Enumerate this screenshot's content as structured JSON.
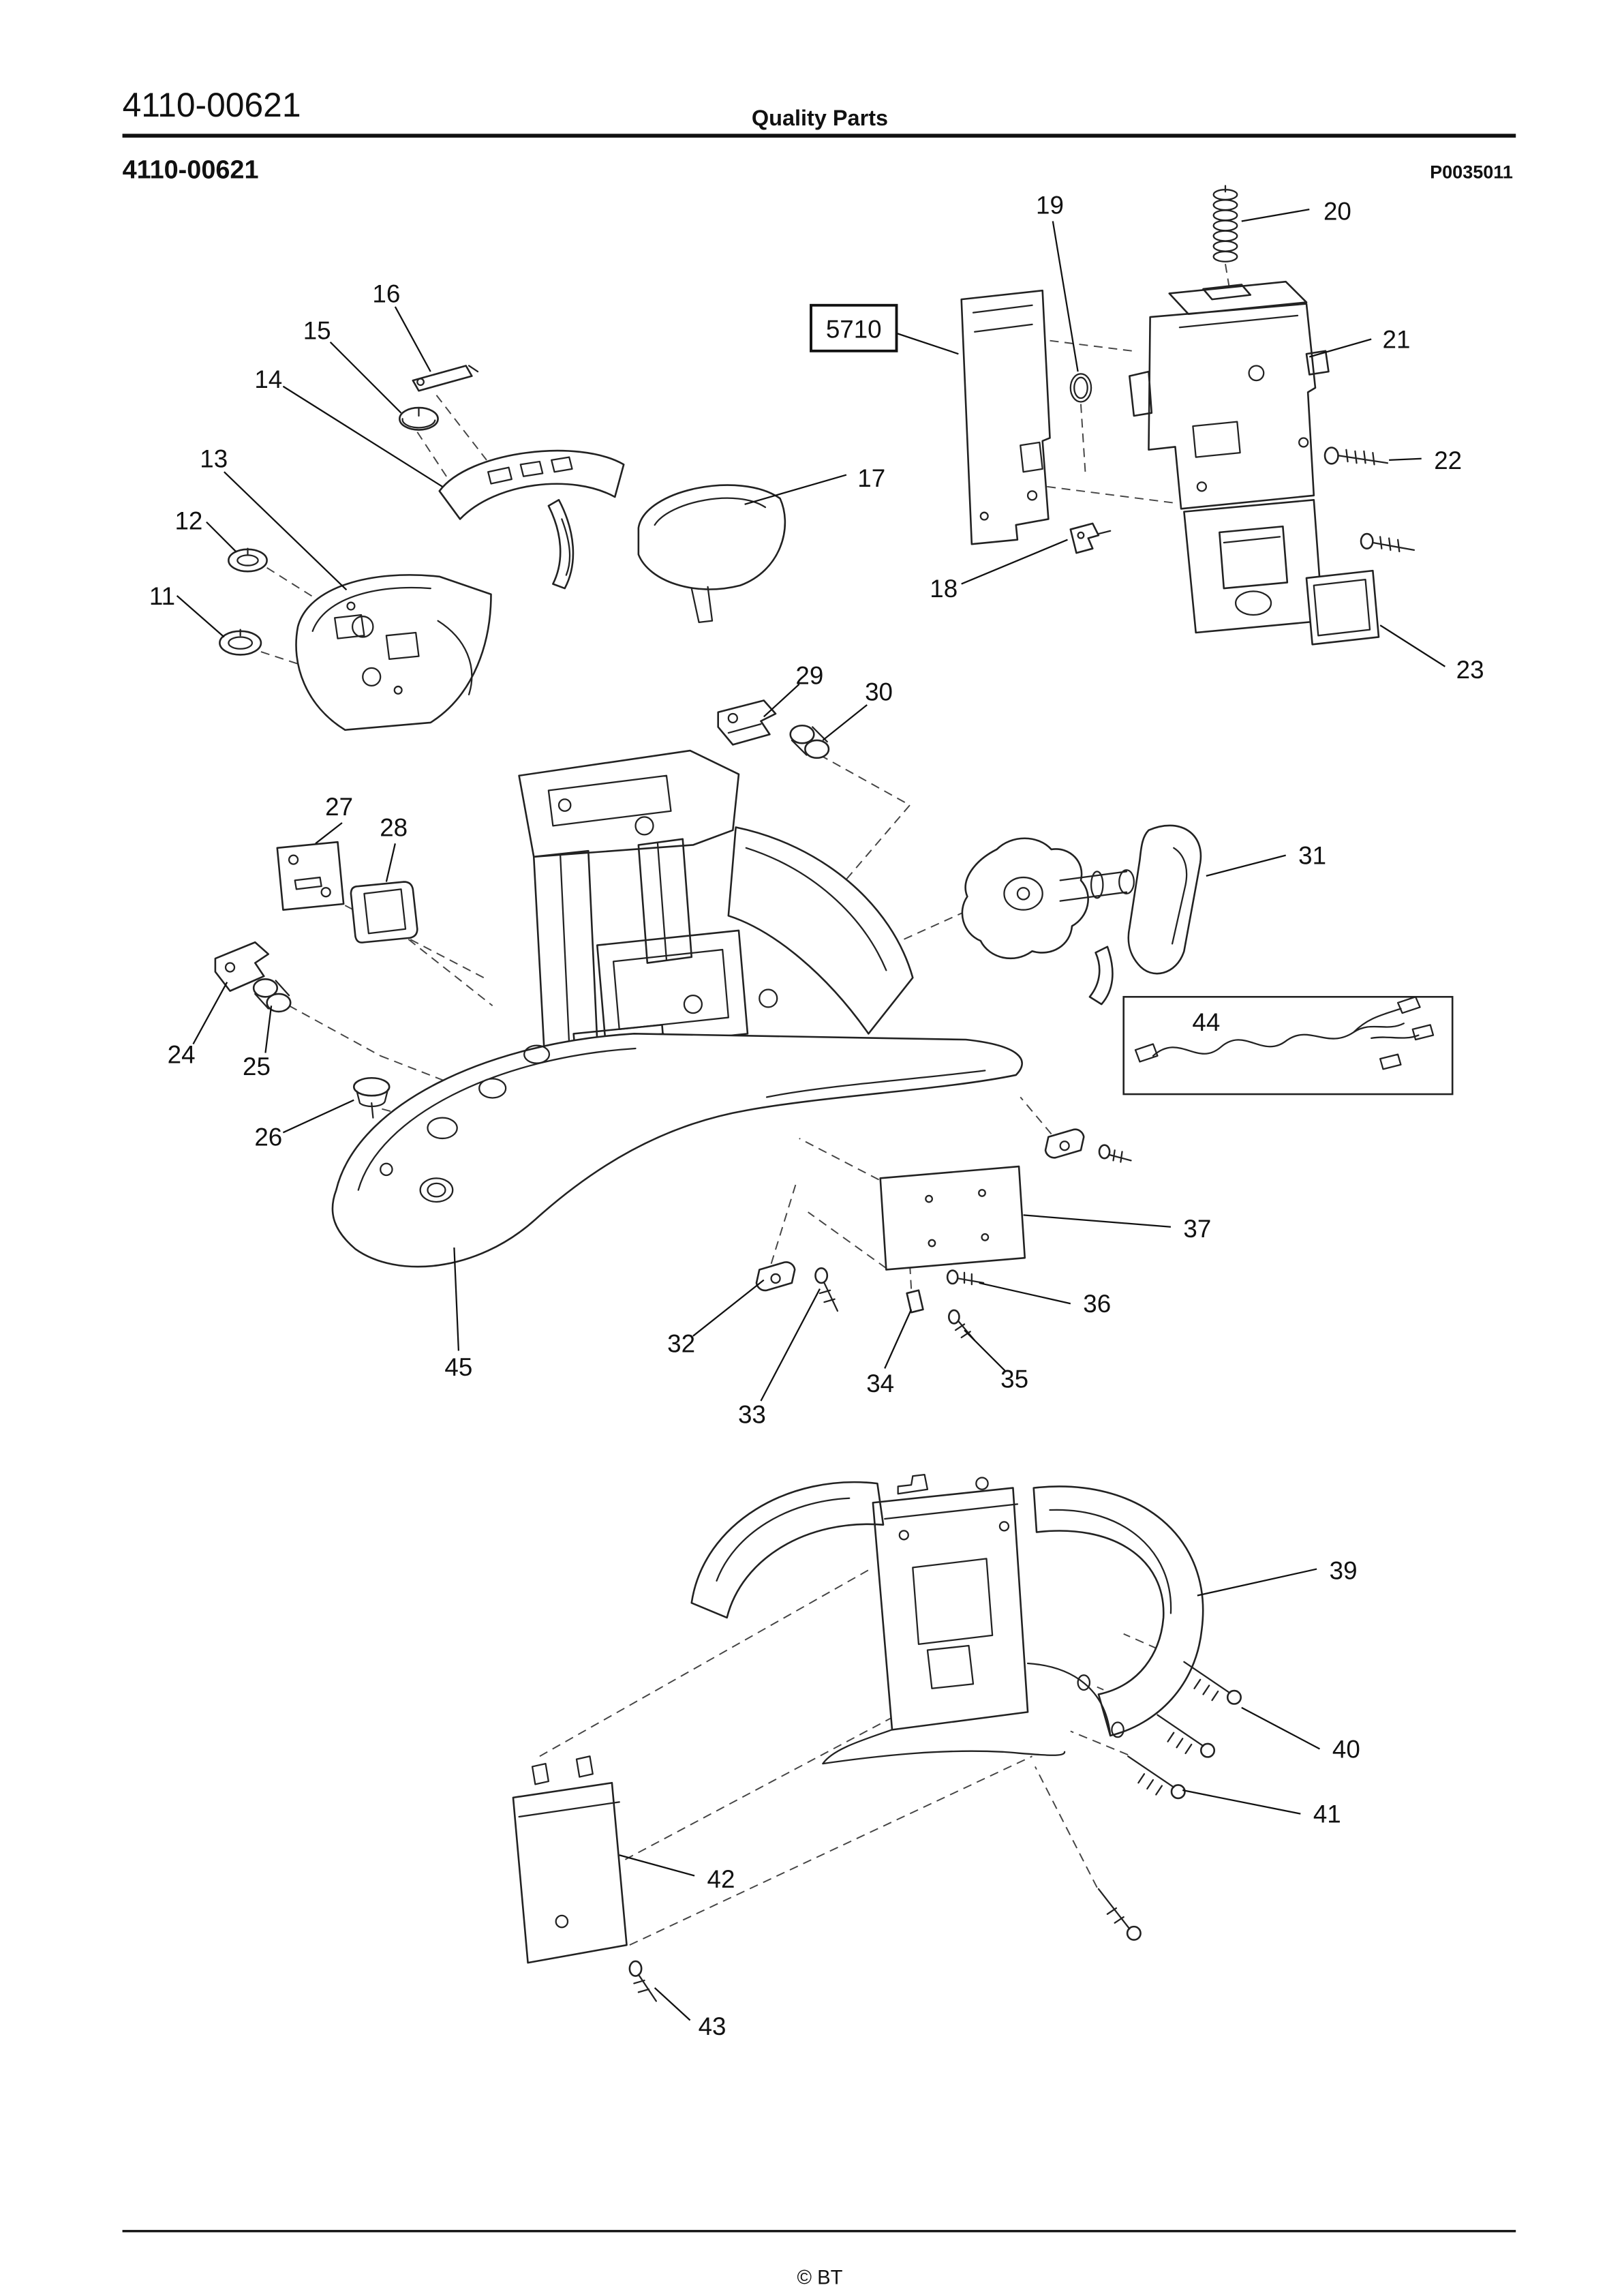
{
  "page": {
    "header_doc_number": "4110-00621",
    "header_center": "Quality Parts",
    "subtitle": "4110-00621",
    "image_ref": "P0035011",
    "boxed_callout": "5710",
    "footer_copyright": "© BT"
  },
  "callouts": [
    {
      "label": "11"
    },
    {
      "label": "12"
    },
    {
      "label": "13"
    },
    {
      "label": "14"
    },
    {
      "label": "15"
    },
    {
      "label": "16"
    },
    {
      "label": "17"
    },
    {
      "label": "18"
    },
    {
      "label": "19"
    },
    {
      "label": "20"
    },
    {
      "label": "21"
    },
    {
      "label": "22"
    },
    {
      "label": "23"
    },
    {
      "label": "24"
    },
    {
      "label": "25"
    },
    {
      "label": "26"
    },
    {
      "label": "27"
    },
    {
      "label": "28"
    },
    {
      "label": "29"
    },
    {
      "label": "30"
    },
    {
      "label": "31"
    },
    {
      "label": "32"
    },
    {
      "label": "33"
    },
    {
      "label": "34"
    },
    {
      "label": "35"
    },
    {
      "label": "36"
    },
    {
      "label": "37"
    },
    {
      "label": "39"
    },
    {
      "label": "40"
    },
    {
      "label": "41"
    },
    {
      "label": "42"
    },
    {
      "label": "43"
    },
    {
      "label": "44"
    },
    {
      "label": "45"
    }
  ]
}
